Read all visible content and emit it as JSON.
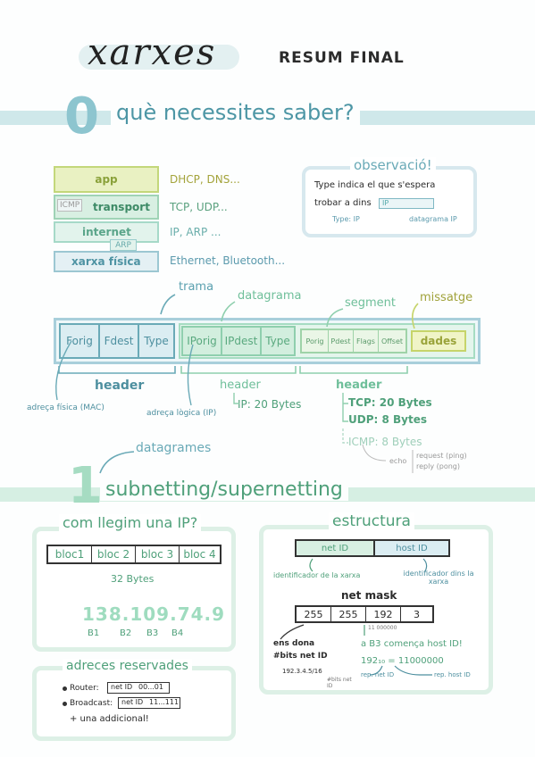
{
  "title": {
    "main": "xarxes",
    "sub": "RESUM FINAL"
  },
  "section0": {
    "num": "0",
    "text": "què necessites saber?"
  },
  "layers": [
    {
      "name": "app",
      "protocols": "DHCP, DNS..."
    },
    {
      "name": "transport",
      "extra": "ICMP",
      "protocols": "TCP, UDP..."
    },
    {
      "name": "internet",
      "extra": "ARP",
      "protocols": "IP, ARP ..."
    },
    {
      "name": "xarxa física",
      "protocols": "Ethernet, Bluetooth..."
    }
  ],
  "observacio": {
    "title": "observació!",
    "line1": "Type indica el que s'espera",
    "line2": "trobar a dins",
    "ip": "IP",
    "type_ip": "Type: IP",
    "datagram_ip": "datagrama IP"
  },
  "frame": {
    "trama": "trama",
    "datagrama": "datagrama",
    "segment": "segment",
    "missatge": "missatge",
    "fields_trama": [
      "Forig",
      "Fdest",
      "Type"
    ],
    "fields_ip": [
      "IPorig",
      "IPdest",
      "Type"
    ],
    "fields_seg": [
      "Porig",
      "Pdest",
      "Flags",
      "Offset"
    ],
    "dades": "dades",
    "header1": "header",
    "header2": "header",
    "header3": "header",
    "mac": "adreça física (MAC)",
    "ip_addr": "adreça lògica (IP)",
    "ip_bytes": "IP: 20 Bytes",
    "tcp": "TCP: 20 Bytes",
    "udp": "UDP: 8 Bytes",
    "icmp": "ICMP: 8 Bytes",
    "echo": "echo",
    "request": "request (ping)",
    "reply": "reply (pong)"
  },
  "section1": {
    "num": "1",
    "text": "subnetting/supernetting",
    "datagrames": "datagrames"
  },
  "llegim": {
    "title": "com llegim una IP?",
    "blocs": [
      "bloc1",
      "bloc 2",
      "bloc 3",
      "bloc 4"
    ],
    "bytes": "32 Bytes",
    "ip": "138.109.74.9",
    "bs": [
      "B1",
      "B2",
      "B3",
      "B4"
    ]
  },
  "estructura": {
    "title": "estructura",
    "net_id": "net ID",
    "host_id": "host ID",
    "id_xarxa": "identificador de la xarxa",
    "id_dins": "identificador dins la xarxa",
    "net_mask": "net mask",
    "mask": [
      "255",
      "255",
      "192",
      "3"
    ],
    "ens_dona": "ens dona",
    "bits_net": "#bits net ID",
    "example": "192.3.4.5/16",
    "bits_small": "#bits net ID",
    "zeros": "11 000000",
    "b3": "a B3 comença host ID!",
    "bin": "192₁₀ = 11000000",
    "rep_net": "rep. net ID",
    "rep_host": "rep. host ID"
  },
  "reservades": {
    "title": "adreces reservades",
    "router": "Router:",
    "router_net": "net ID",
    "router_host": "00...01",
    "broadcast": "Broadcast:",
    "bc_net": "net ID",
    "bc_host": "11...111",
    "extra": "+ una addicional!"
  }
}
